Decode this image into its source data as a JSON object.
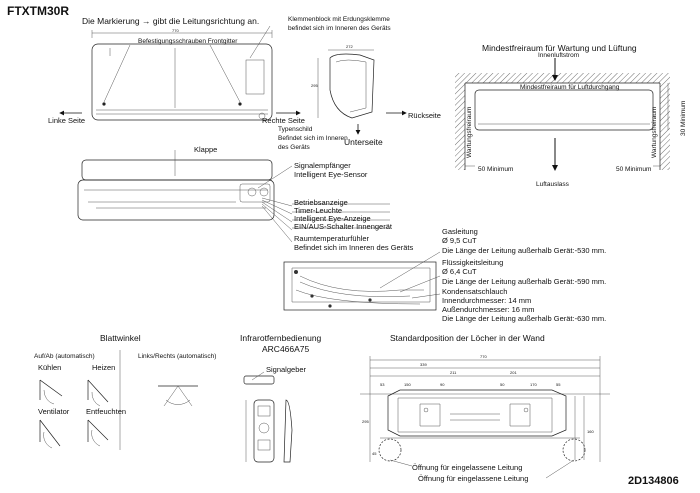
{
  "model": "FTXTM30R",
  "doc_number": "2D134806",
  "legend": "Die Markierung → gibt die Leitungsrichtung an.",
  "front": {
    "screws": "Befestigungsschrauben Frontgitter",
    "terminal": "Klemmenblock mit Erdungsklemme",
    "terminal2": "befindet sich im Inneren des Geräts",
    "left": "Linke Seite",
    "right": "Rechte Seite",
    "rear": "Rückseite",
    "nameplate": "Typenschild",
    "nameplate2": "Befindet sich im Inneren",
    "nameplate3": "des Geräts",
    "bottom": "Unterseite",
    "width_dim": "770",
    "depth_dim": "272",
    "height_dim": "295"
  },
  "clearance": {
    "title": "Mindestfreiraum für Wartung und Lüftung",
    "intake": "Innenluftstrom",
    "top": "Mindestfreiraum für Luftdurchgang",
    "side": "Wartungsfreiraum",
    "min30": "30 Minimum",
    "min50": "50 Minimum",
    "outlet": "Luftauslass"
  },
  "parts": {
    "flap": "Klappe",
    "receiver": "Signalempfänger",
    "eye": "Intelligent Eye-Sensor",
    "op": "Betriebsanzeige",
    "timer": "Timer-Leuchte",
    "eyeind": "Intelligent Eye-Anzeige",
    "onoff": "EIN/AUS-Schalter Innengerät",
    "temp": "Raumtemperaturfühler",
    "temp2": "Befindet sich im Inneren des Geräts"
  },
  "piping": {
    "gas": "Gasleitung",
    "gas_d": "Ø 9,5 CuT",
    "gas_len": "Die Länge der Leitung außerhalb Gerät:-530 mm.",
    "liq": "Flüssigkeitsleitung",
    "liq_d": "Ø 6,4 CuT",
    "liq_len": "Die Länge der Leitung außerhalb Gerät:-590 mm.",
    "drain": "Kondensatschlauch",
    "drain_in": "Innendurchmesser: 14 mm",
    "drain_out": "Außendurchmesser: 16 mm",
    "drain_len": "Die Länge der Leitung außerhalb Gerät:-630 mm."
  },
  "louver": {
    "title": "Blattwinkel",
    "updown": "Auf/Ab (automatisch)",
    "cool": "Kühlen",
    "heat": "Heizen",
    "fan": "Ventilator",
    "dry": "Entfeuchten",
    "lr": "Links/Rechts (automatisch)"
  },
  "remote": {
    "title": "Infrarotfernbedienung",
    "model": "ARC466A75",
    "emitter": "Signalgeber"
  },
  "wall": {
    "title": "Standardposition der Löcher in der Wand",
    "hole1": "Öffnung für eingelassene Leitung",
    "hole2": "Öffnung für eingelassene Leitung",
    "dims": [
      "770",
      "339",
      "211",
      "201",
      "90",
      "50",
      "160",
      "170",
      "53",
      "150",
      "55",
      "295",
      "45"
    ]
  }
}
